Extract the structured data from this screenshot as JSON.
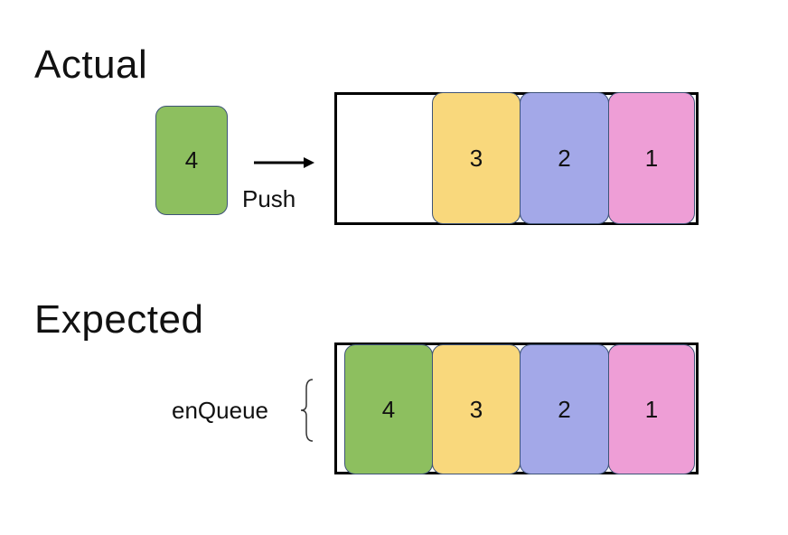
{
  "sections": {
    "actual": {
      "title": "Actual",
      "incoming_block": {
        "label": "4",
        "color": "#8dbf5f"
      },
      "action_label": "Push",
      "queue_blocks": [
        {
          "label": "3",
          "color": "#f9d87c"
        },
        {
          "label": "2",
          "color": "#a3a8e8"
        },
        {
          "label": "1",
          "color": "#ee9ed6"
        }
      ]
    },
    "expected": {
      "title": "Expected",
      "action_label": "enQueue",
      "queue_blocks": [
        {
          "label": "4",
          "color": "#8dbf5f"
        },
        {
          "label": "3",
          "color": "#f9d87c"
        },
        {
          "label": "2",
          "color": "#a3a8e8"
        },
        {
          "label": "1",
          "color": "#ee9ed6"
        }
      ]
    }
  },
  "colors": {
    "block_border": "#3e5378",
    "container_border": "#000000",
    "arrow": "#000000"
  }
}
